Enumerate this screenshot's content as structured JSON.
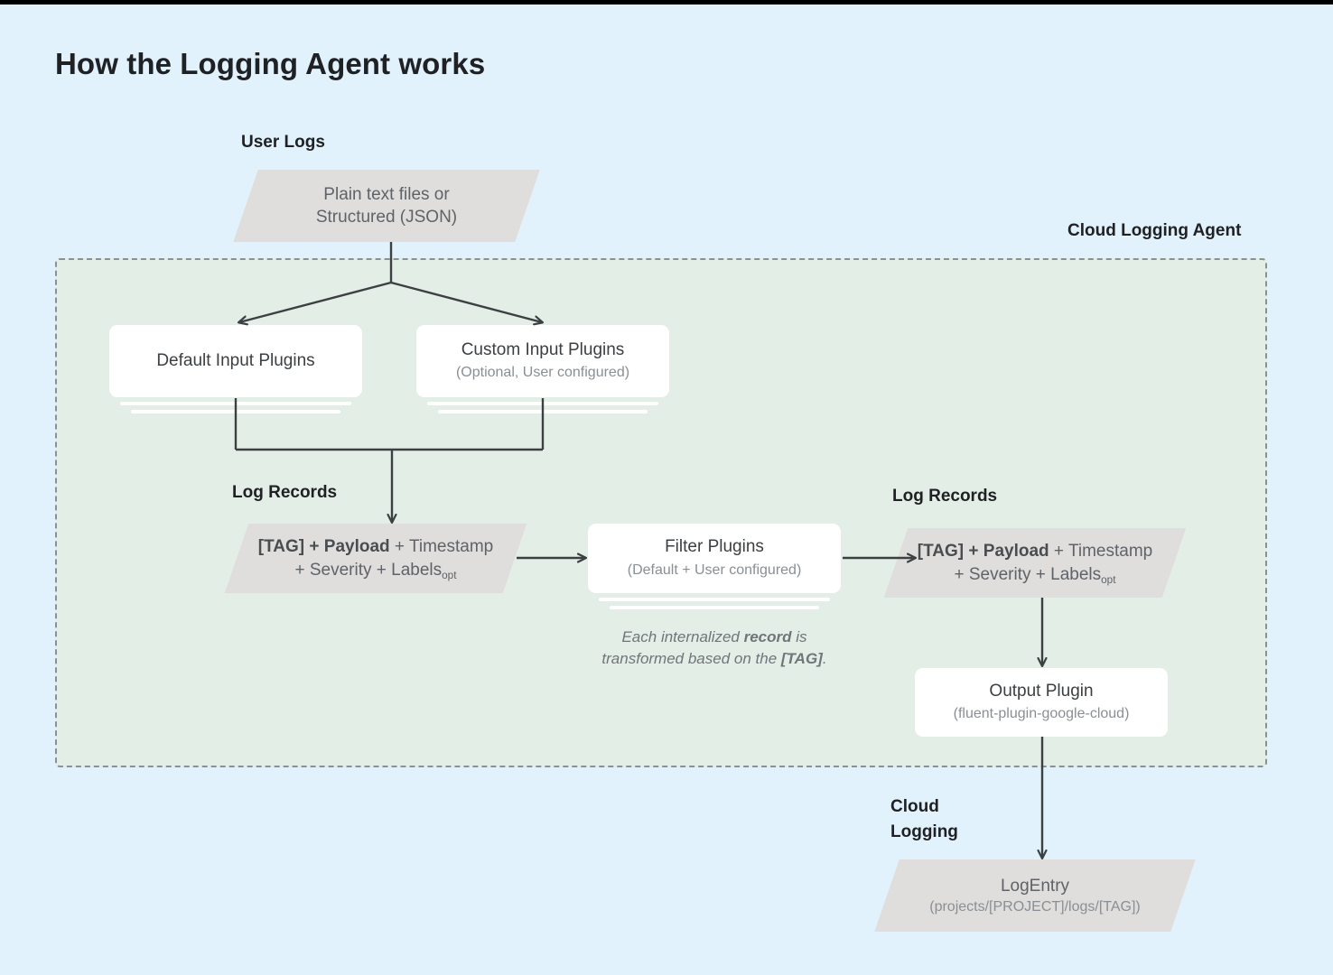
{
  "page": {
    "title": "How the Logging Agent works",
    "background_color": "#e1f2fc",
    "agent_zone_color": "#e3eee6",
    "shape_fill": "#dfdedd",
    "card_fill": "#ffffff",
    "connector_color": "#3c4043"
  },
  "labels": {
    "user_logs": "User Logs",
    "cloud_logging_agent": "Cloud Logging Agent",
    "log_records_left": "Log Records",
    "log_records_right": "Log Records",
    "cloud_logging": "Cloud\nLogging"
  },
  "nodes": {
    "user_logs_source": {
      "line1": "Plain text files or",
      "line2": "Structured (JSON)"
    },
    "default_input_plugins": {
      "line1": "Default Input Plugins",
      "line2": ""
    },
    "custom_input_plugins": {
      "line1": "Custom Input Plugins",
      "line2": "(Optional, User configured)"
    },
    "log_record_left": {
      "strong": "[TAG] + Payload",
      "rest": " + Timestamp",
      "line2": "+ Severity + Labels",
      "sub": "opt"
    },
    "filter_plugins": {
      "line1": "Filter Plugins",
      "line2": "(Default + User configured)"
    },
    "log_record_right": {
      "strong": "[TAG] + Payload",
      "rest": " + Timestamp",
      "line2": "+ Severity + Labels",
      "sub": "opt"
    },
    "output_plugin": {
      "line1": "Output Plugin",
      "line2": "(fluent-plugin-google-cloud)"
    },
    "log_entry": {
      "line1": "LogEntry",
      "line2": "(projects/[PROJECT]/logs/[TAG])"
    }
  },
  "caption": {
    "part1": "Each internalized ",
    "bold1": "record",
    "part2": " is transformed based on the ",
    "bold2": "[TAG]",
    "part3": "."
  }
}
